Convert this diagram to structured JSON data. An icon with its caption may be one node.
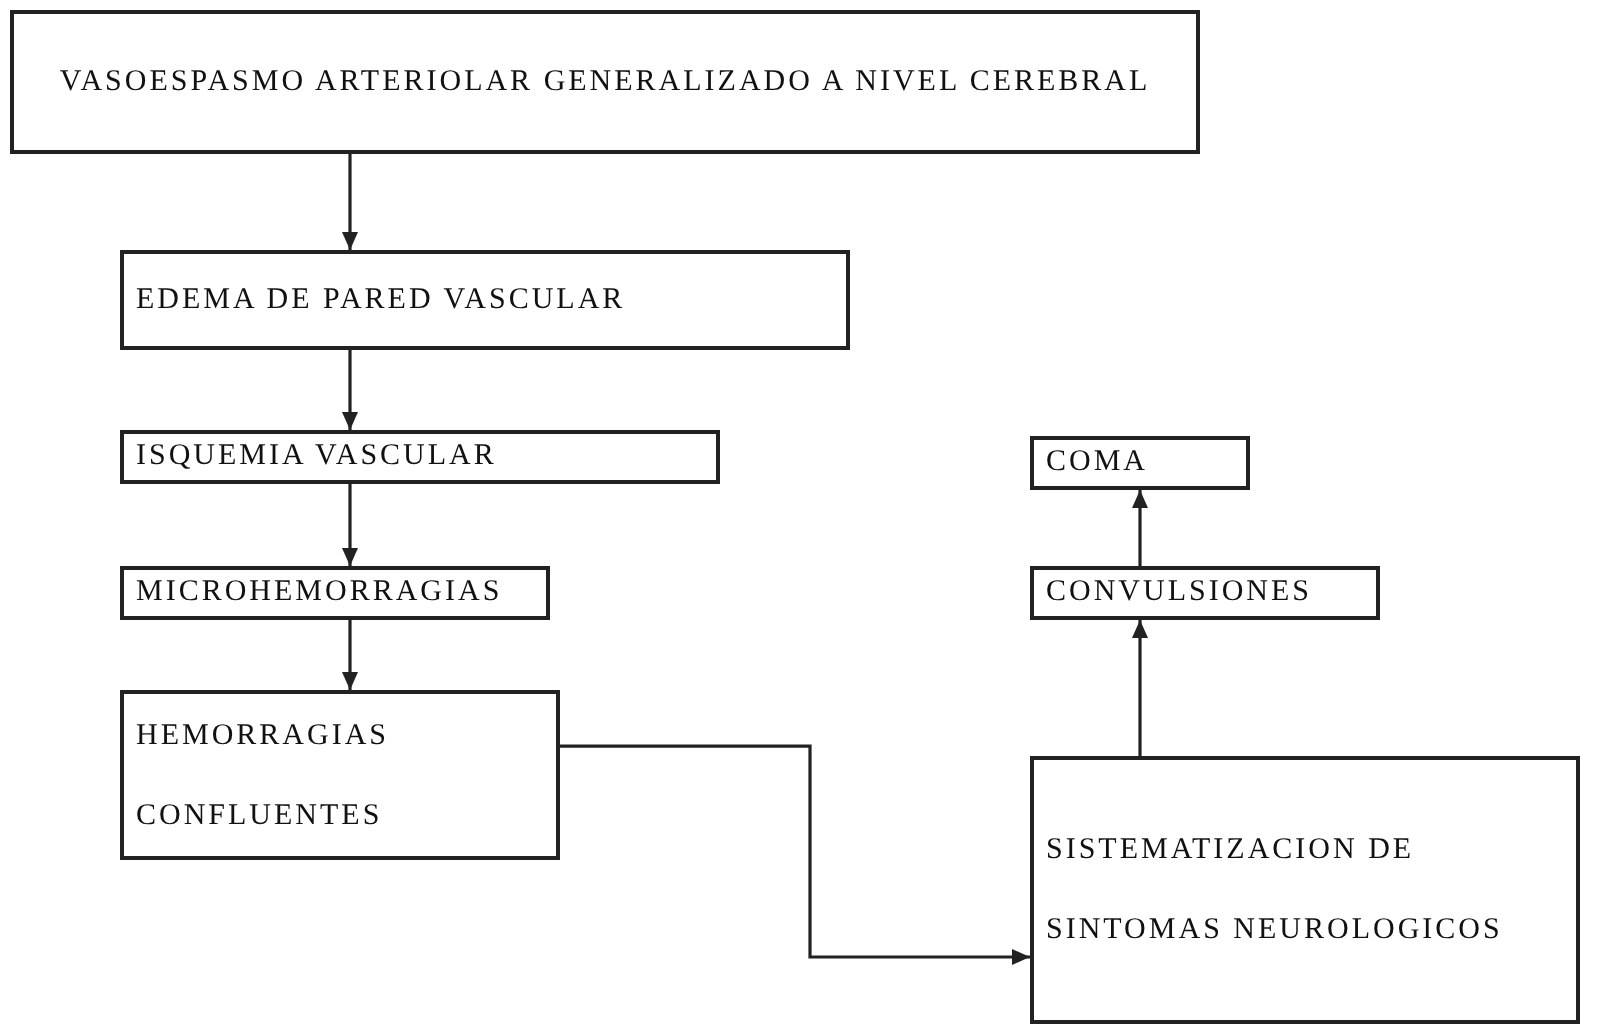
{
  "diagram": {
    "nodes": [
      {
        "text": [
          "VASOESPASMO ARTERIOLAR GENERALIZADO A NIVEL CEREBRAL"
        ]
      },
      {
        "text": [
          "EDEMA DE PARED VASCULAR"
        ]
      },
      {
        "text": [
          "ISQUEMIA VASCULAR"
        ]
      },
      {
        "text": [
          "MICROHEMORRAGIAS"
        ]
      },
      {
        "text": [
          "HEMORRAGIAS CONFLUENTES"
        ]
      },
      {
        "text": [
          "COMA"
        ]
      },
      {
        "text": [
          "CONVULSIONES"
        ]
      },
      {
        "text": [
          "SISTEMATIZACION DE SINTOMAS NEUROLOGICOS"
        ]
      }
    ],
    "edges": [
      {
        "from": 0,
        "to": 1,
        "arrow": "to"
      },
      {
        "from": 1,
        "to": 2,
        "arrow": "to"
      },
      {
        "from": 2,
        "to": 3,
        "arrow": "to"
      },
      {
        "from": 3,
        "to": 4,
        "arrow": "to"
      },
      {
        "from": 4,
        "to": 7,
        "arrow": "to"
      },
      {
        "from": 7,
        "to": 6,
        "arrow": "to"
      },
      {
        "from": 6,
        "to": 5,
        "arrow": "to"
      }
    ]
  }
}
